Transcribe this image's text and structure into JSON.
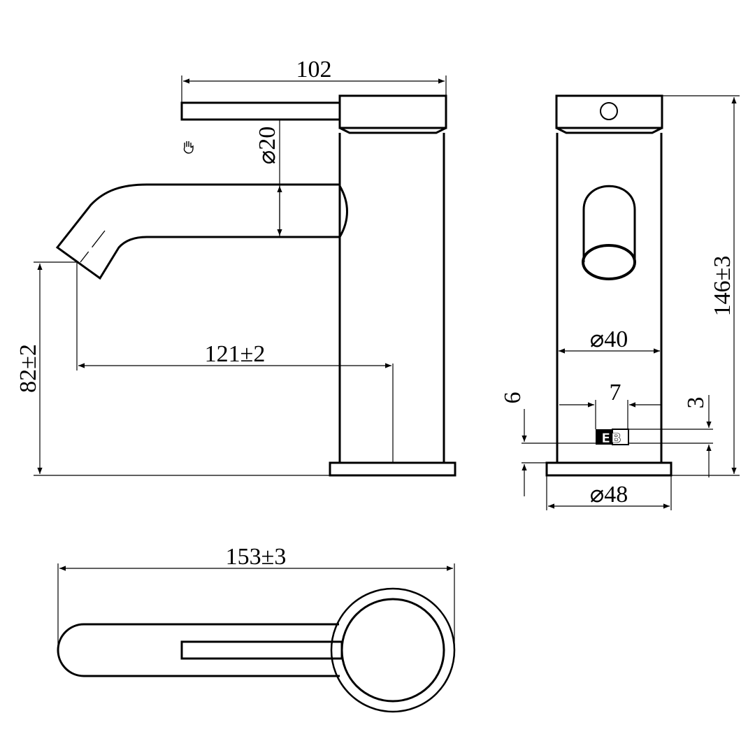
{
  "drawing": {
    "side_view": {
      "handle_length": "102",
      "handle_diameter": "⌀20",
      "spout_reach": "121±2",
      "spout_height": "82±2"
    },
    "front_view": {
      "total_height": "146±3",
      "body_diameter": "⌀40",
      "base_diameter": "⌀48",
      "mark_width": "7",
      "mark_offset": "6",
      "mark_height": "3",
      "mark_text": "EB"
    },
    "top_view": {
      "overall_length": "153±3"
    },
    "colors": {
      "line": "#000000",
      "background": "#ffffff"
    },
    "icons": {
      "sensor": "hand-icon"
    }
  }
}
